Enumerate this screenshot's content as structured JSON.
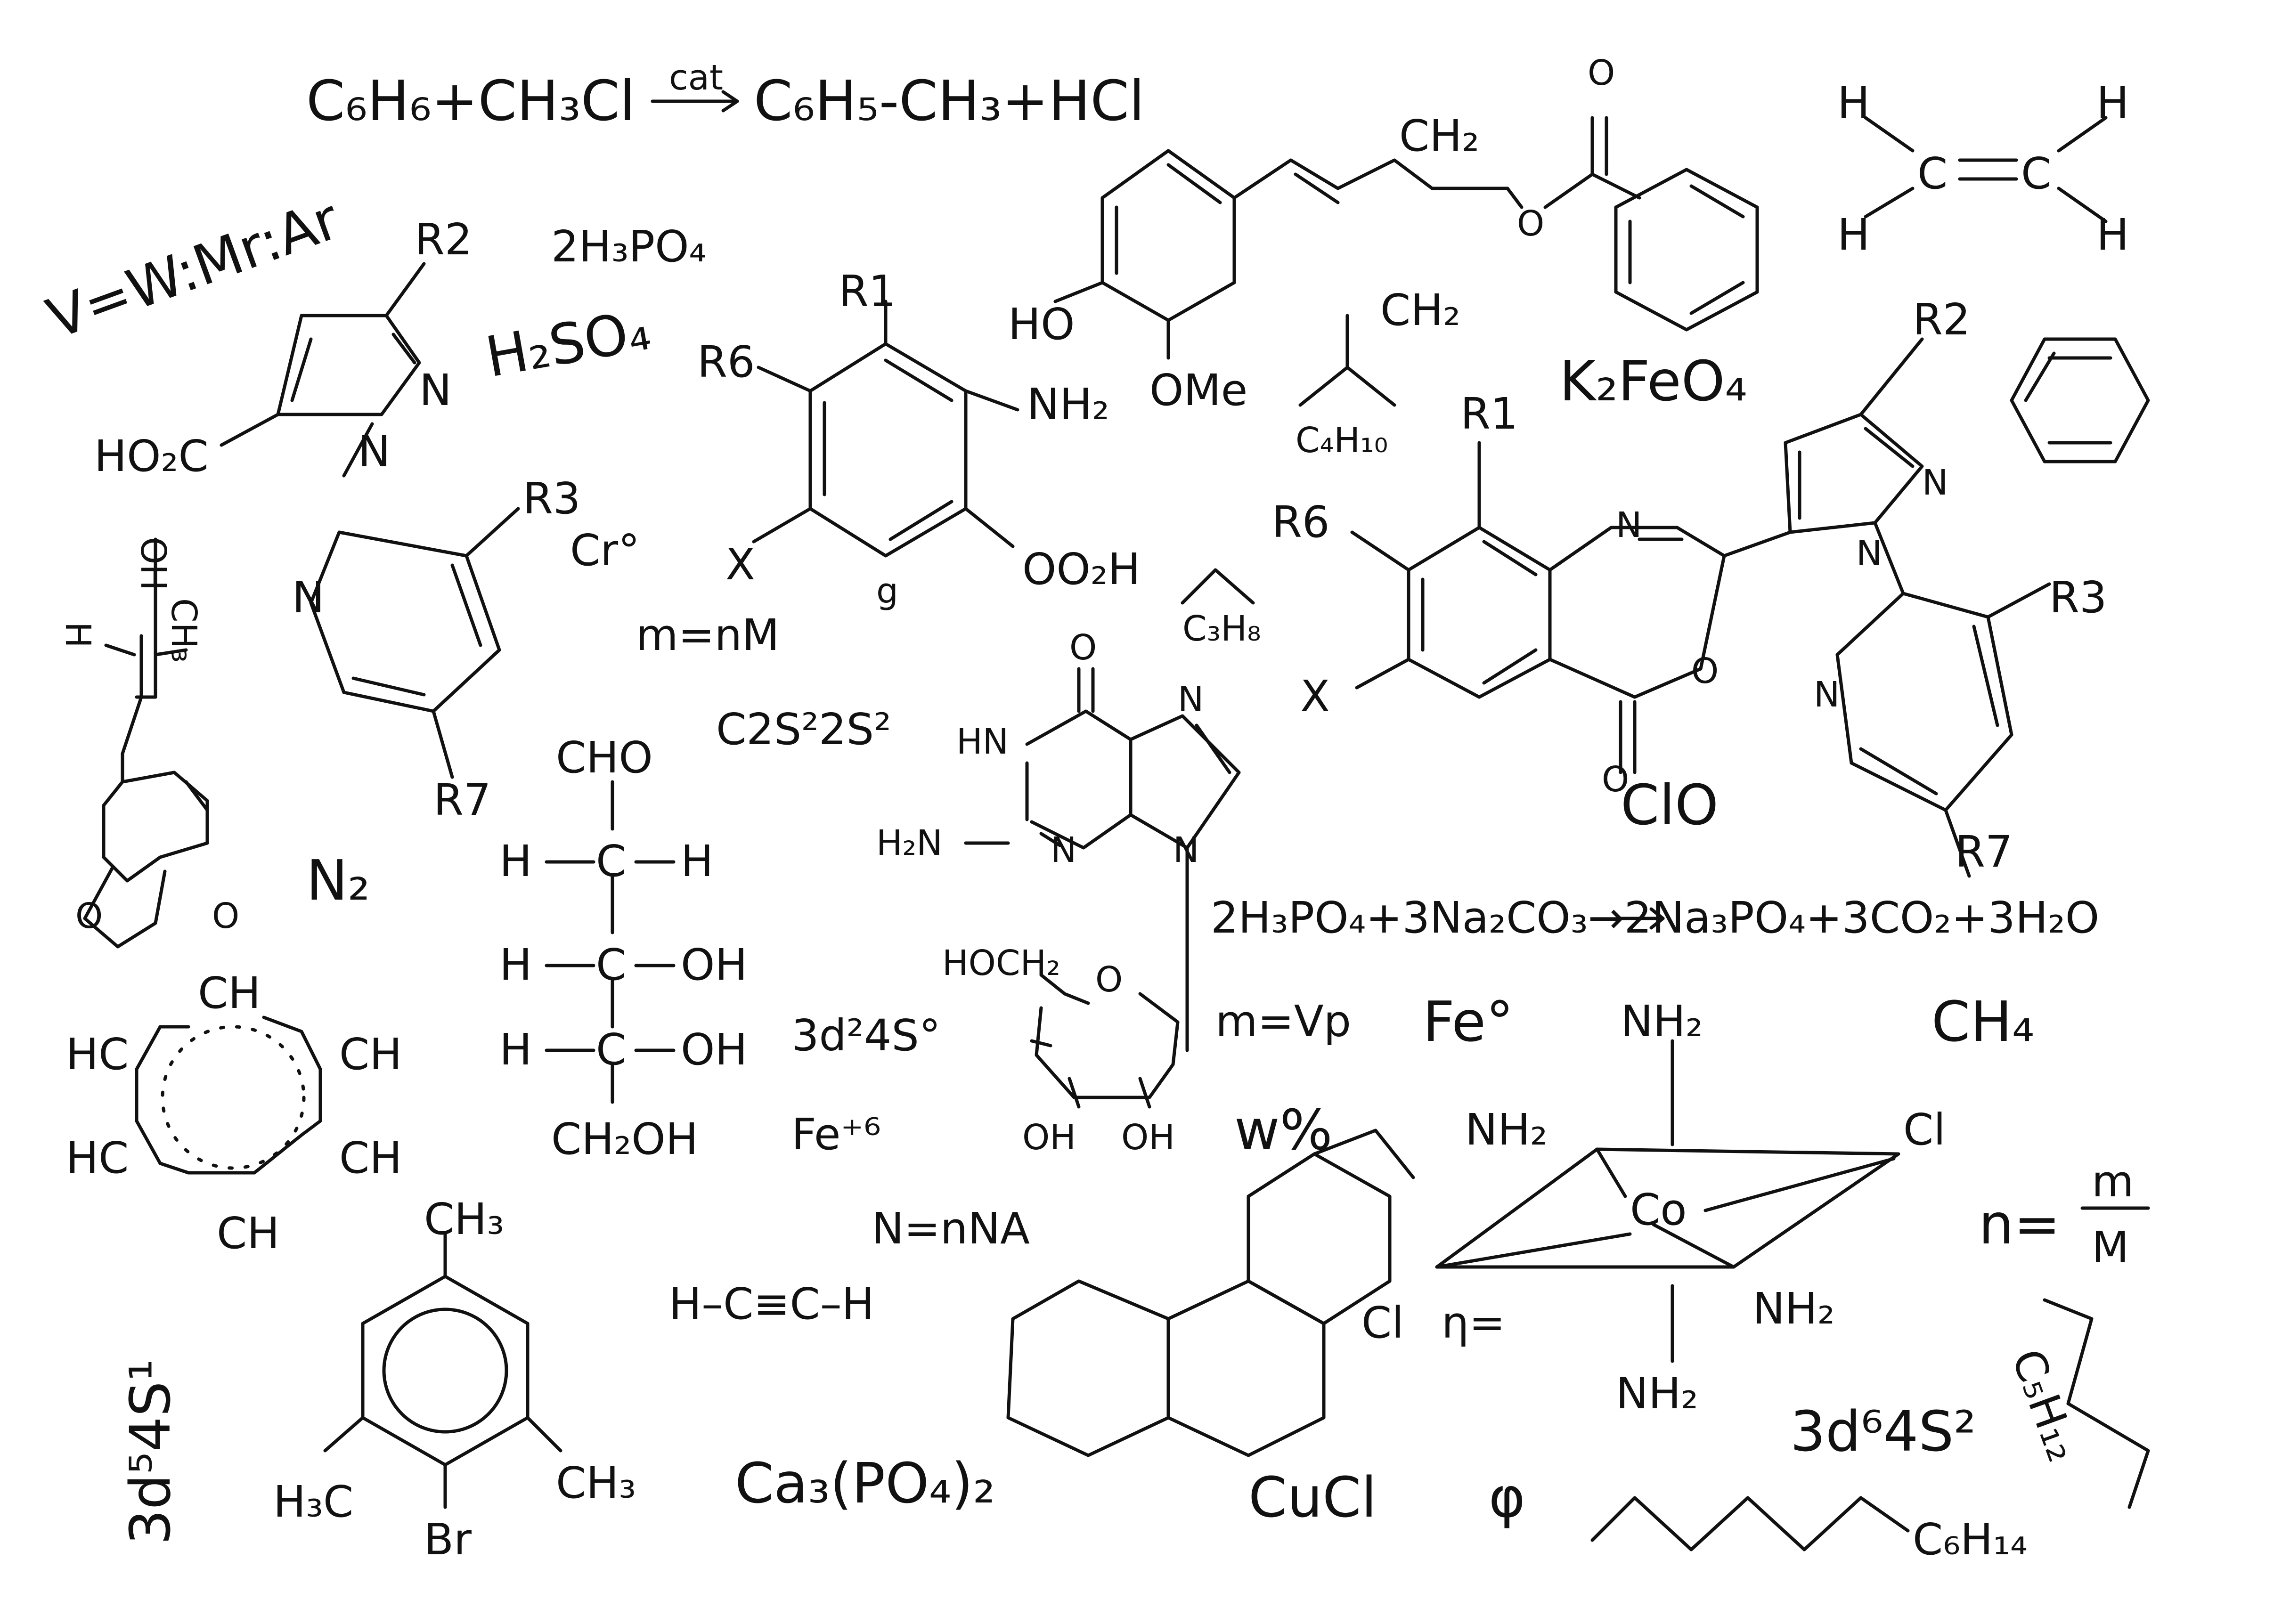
{
  "colors": {
    "ink": "#111111",
    "paper": "#ffffff"
  },
  "texts": {
    "t01": "C₆H₆+CH₃Cl",
    "t02": "cat",
    "t03": "C₆H₅-CH₃+HCl",
    "t04": "V=W:Mr:Ar",
    "t05": "R2",
    "t06": "2H₃PO₄",
    "t07": "H₂SO₄",
    "t08": "N",
    "t09": "N",
    "t10": "HO₂C",
    "t11": "R3",
    "t12": "Cr°",
    "t13": "N",
    "t14": "R7",
    "t15": "OH",
    "t16": "H",
    "t17": "CH₃",
    "t18": "O",
    "t19": "O",
    "t20": "N₂",
    "t21": "CH",
    "t22": "HC",
    "t23": "CH",
    "t24": "HC",
    "t25": "CH",
    "t26": "CH",
    "t27": "CH₃",
    "t28": "H₃C",
    "t29": "CH₃",
    "t30": "Br",
    "t31": "3d⁵4S¹",
    "t32": "R1",
    "t33": "R6",
    "t34": "NH₂",
    "t35": "X",
    "t36": "g",
    "t37": "OO₂H",
    "t38": "m=nM",
    "t39": "C2S²2S²",
    "t40": "CHO",
    "t41": "H",
    "t42": "C",
    "t43": "H",
    "t44": "H",
    "t45": "C",
    "t46": "OH",
    "t47": "H",
    "t48": "C",
    "t49": "OH",
    "t50": "CH₂OH",
    "t51": "3d²4S°",
    "t52": "Fe⁺⁶",
    "t53": "N=nNA",
    "t54": "H–C≡C–H",
    "t55": "Ca₃(PO₄)₂",
    "t56": "O",
    "t57": "HN",
    "t58": "N",
    "t59": "H₂N",
    "t60": "N",
    "t61": "N",
    "t62": "HOCH₂",
    "t63": "O",
    "t64": "OH",
    "t65": "OH",
    "t66": "m=Vp",
    "t67": "CH₂",
    "t68": "O",
    "t69": "O",
    "t70": "HO",
    "t71": "OMe",
    "t72": "CH₂",
    "t73": "C₄H₁₀",
    "t74": "C₃H₈",
    "t75": "K₂FeO₄",
    "t76": "R1",
    "t77": "R6",
    "t78": "N",
    "t79": "X",
    "t80": "O",
    "t81": "O",
    "t82": "ClO",
    "t83": "R2",
    "t84": "N",
    "t85": "N",
    "t86": "R3",
    "t87": "N",
    "t88": "R7",
    "t89": "H",
    "t90": "H",
    "t91": "C",
    "t92": "C",
    "t93": "H",
    "t94": "H",
    "t95": "2H₃PO₄+3Na₂CO₃→2Na₃PO₄+3CO₂+3H₂O",
    "t96": "Fe°",
    "t97": "CH₄",
    "t98": "w%",
    "t99": "NH₂",
    "t100": "NH₂",
    "t101": "Cl",
    "t102": "Co",
    "t103": "NH₂",
    "t104": "NH₂",
    "t105": "Cl",
    "t106": "η=",
    "t107": "n=",
    "t108": "m",
    "t109": "M",
    "t110": "CuCl",
    "t111": "φ",
    "t112": "3d⁶4S²",
    "t113": "C₅H₁₂",
    "t114": "C₆H₁₄"
  }
}
